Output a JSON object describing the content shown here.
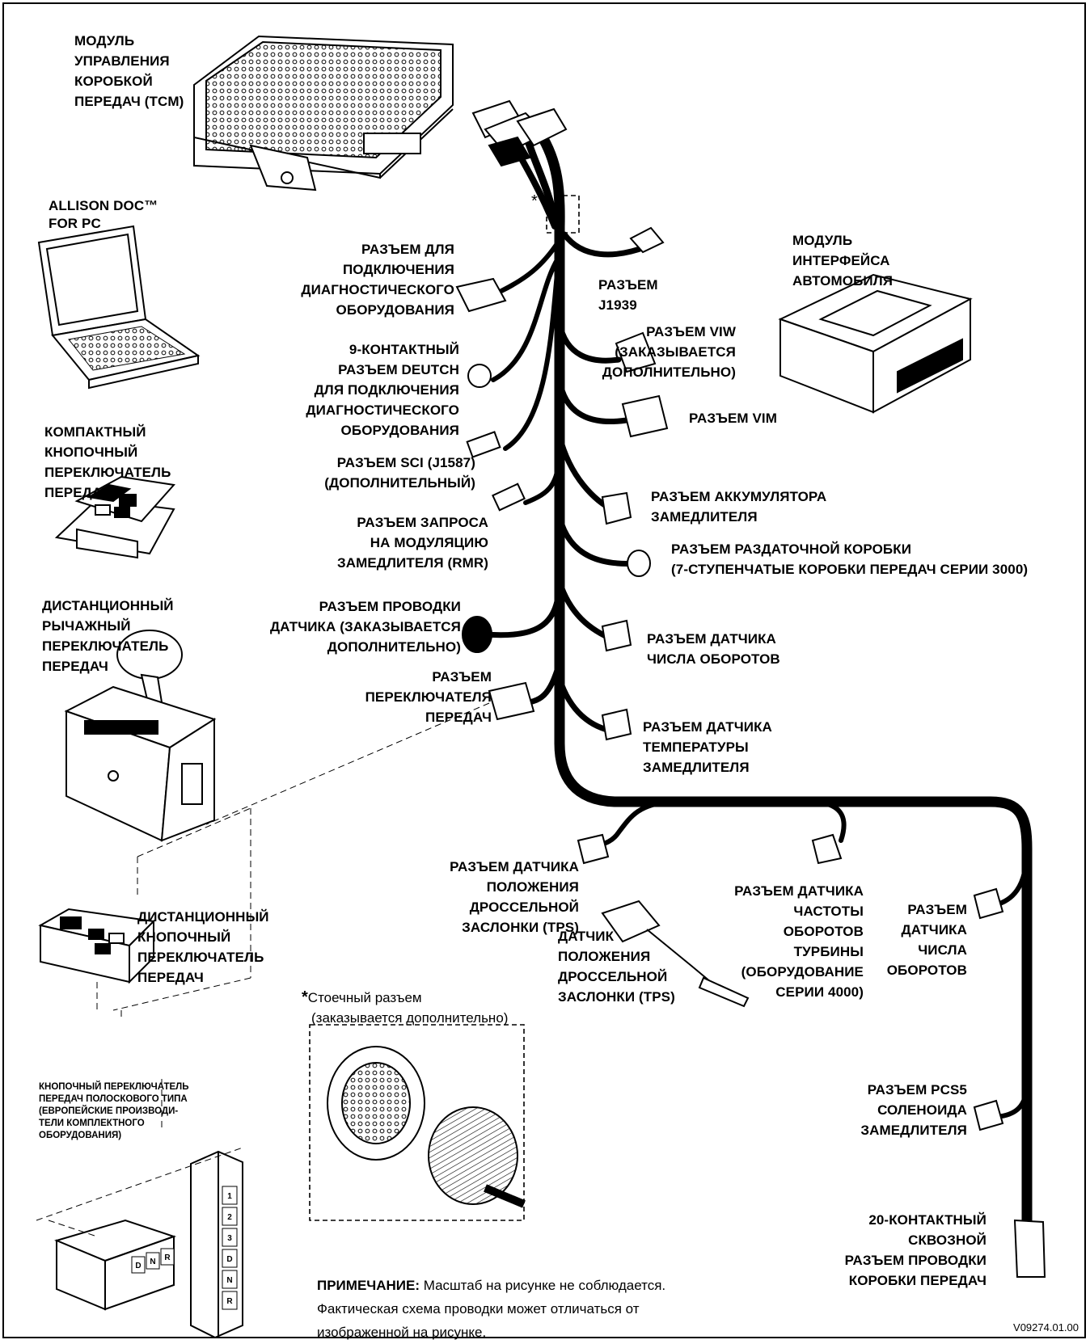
{
  "labels": {
    "tcm": [
      "МОДУЛЬ",
      "УПРАВЛЕНИЯ",
      "КОРОБКОЙ",
      "ПЕРЕДАЧ (TCM)"
    ],
    "allison_doc": [
      "ALLISON  DOC™",
      "FOR PC"
    ],
    "compact_shifter": [
      "КОМПАКТНЫЙ",
      "КНОПОЧНЫЙ",
      "ПЕРЕКЛЮЧАТЕЛЬ",
      "ПЕРЕДАЧ"
    ],
    "lever_shifter": [
      "ДИСТАНЦИОННЫЙ",
      "РЫЧАЖНЫЙ",
      "ПЕРЕКЛЮЧАТЕЛЬ",
      "ПЕРЕДАЧ"
    ],
    "remote_button_shifter": [
      "ДИСТАНЦИОННЫЙ",
      "КНОПОЧНЫЙ",
      "ПЕРЕКЛЮЧАТЕЛЬ",
      "ПЕРЕДАЧ"
    ],
    "strip_shifter": [
      "КНОПОЧНЫЙ ПЕРЕКЛЮЧАТЕЛЬ",
      "ПЕРЕДАЧ ПОЛОСКОВОГО ТИПА",
      "(ЕВРОПЕЙСКИЕ ПРОИЗВОДИ-",
      "ТЕЛИ КОМПЛЕКТНОГО",
      "ОБОРУДОВАНИЯ)"
    ],
    "diag_connector": [
      "РАЗЪЕМ ДЛЯ",
      "ПОДКЛЮЧЕНИЯ",
      "ДИАГНОСТИЧЕСКОГО",
      "ОБОРУДОВАНИЯ"
    ],
    "deutsch_9pin": [
      "9-КОНТАКТНЫЙ",
      "РАЗЪЕМ DEUTCH",
      "ДЛЯ ПОДКЛЮЧЕНИЯ",
      "ДИАГНОСТИЧЕСКОГО",
      "ОБОРУДОВАНИЯ"
    ],
    "sci": [
      "РАЗЪЕМ SCI (J1587)",
      "(ДОПОЛНИТЕЛЬНЫЙ)"
    ],
    "rmr": [
      "РАЗЪЕМ ЗАПРОСА",
      "НА МОДУЛЯЦИЮ",
      "ЗАМЕДЛИТЕЛЯ (RMR)"
    ],
    "sensor_wiring": [
      "РАЗЪЕМ ПРОВОДКИ",
      "ДАТЧИКА (ЗАКАЗЫВАЕТСЯ",
      "ДОПОЛНИТЕЛЬНО)"
    ],
    "shifter_connector": [
      "РАЗЪЕМ",
      "ПЕРЕКЛЮЧАТЕЛЯ",
      "ПЕРЕДАЧ"
    ],
    "j1939": [
      "РАЗЪЕМ",
      "J1939"
    ],
    "vim_module": [
      "МОДУЛЬ",
      "ИНТЕРФЕЙСА",
      "АВТОМОБИЛЯ"
    ],
    "viw": [
      "РАЗЪЕМ VIW",
      "(ЗАКАЗЫВАЕТСЯ",
      "ДОПОЛНИТЕЛЬНО)"
    ],
    "vim": [
      "РАЗЪЕМ VIM"
    ],
    "retarder_accumulator": [
      "РАЗЪЕМ АККУМУЛЯТОРА",
      "ЗАМЕДЛИТЕЛЯ"
    ],
    "transfer_case": [
      "РАЗЪЕМ РАЗДАТОЧНОЙ КОРОБКИ",
      "(7-СТУПЕНЧАТЫЕ КОРОБКИ ПЕРЕДАЧ СЕРИИ 3000)"
    ],
    "speed_sensor": [
      "РАЗЪЕМ ДАТЧИКА",
      "ЧИСЛА ОБОРОТОВ"
    ],
    "retarder_temp": [
      "РАЗЪЕМ ДАТЧИКА",
      "ТЕМПЕРАТУРЫ",
      "ЗАМЕДЛИТЕЛЯ"
    ],
    "tps_connector": [
      "РАЗЪЕМ ДАТЧИКА",
      "ПОЛОЖЕНИЯ",
      "ДРОССЕЛЬНОЙ",
      "ЗАСЛОНКИ (TPS)"
    ],
    "tps_sensor": [
      "ДАТЧИК",
      "ПОЛОЖЕНИЯ",
      "ДРОССЕЛЬНОЙ",
      "ЗАСЛОНКИ (TPS)"
    ],
    "turbine_speed": [
      "РАЗЪЕМ ДАТЧИКА",
      "ЧАСТОТЫ",
      "ОБОРОТОВ",
      "ТУРБИНЫ",
      "(ОБОРУДОВАНИЕ",
      "СЕРИИ 4000)"
    ],
    "output_speed": [
      "РАЗЪЕМ",
      "ДАТЧИКА",
      "ЧИСЛА",
      "ОБОРОТОВ"
    ],
    "pcs5": [
      "РАЗЪЕМ PCS5",
      "СОЛЕНОИДА",
      "ЗАМЕДЛИТЕЛЯ"
    ],
    "feedthrough_20": [
      "20-КОНТАКТНЫЙ",
      "СКВОЗНОЙ",
      "РАЗЪЕМ ПРОВОДКИ",
      "КОРОБКИ ПЕРЕДАЧ"
    ]
  },
  "asterisk": "*",
  "bulkhead": {
    "star": "*",
    "lines": [
      "Стоечный разъем",
      "(заказывается дополнительно)"
    ]
  },
  "note": {
    "bold": "ПРИМЕЧАНИЕ:",
    "line1": " Масштаб на рисунке не соблюдается.",
    "line2": "Фактическая схема проводки может отличаться от",
    "line3": "изображенной на рисунке."
  },
  "shifter_keys_horizontal": [
    "D",
    "N",
    "R"
  ],
  "shifter_keys_vertical": [
    "1",
    "2",
    "3",
    "D",
    "N",
    "R"
  ],
  "figure_code": "V09274.01.00"
}
